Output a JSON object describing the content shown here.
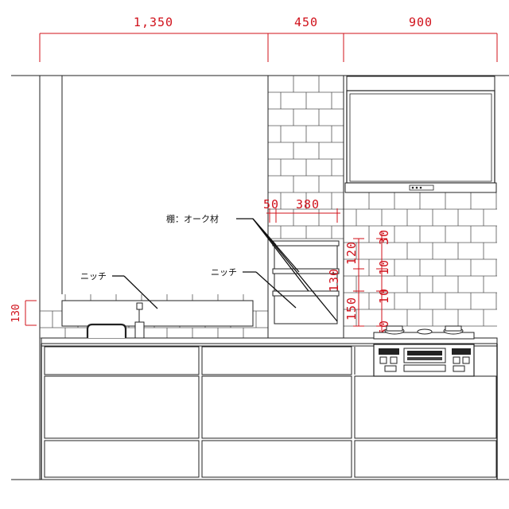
{
  "dimensions": {
    "top": [
      "1,350",
      "450",
      "900"
    ],
    "niche_left_height": "130",
    "shelf_depth": [
      "50",
      "380"
    ],
    "shelf_vertical_a": [
      "120",
      "130",
      "150"
    ],
    "shelf_vertical_b": [
      "30",
      "10",
      "10",
      "50"
    ]
  },
  "labels": {
    "shelf": "棚：オーク材",
    "niche_left": "ニッチ",
    "niche_right": "ニッチ"
  },
  "colors": {
    "dimension": "#d0101a",
    "line": "#222222"
  }
}
